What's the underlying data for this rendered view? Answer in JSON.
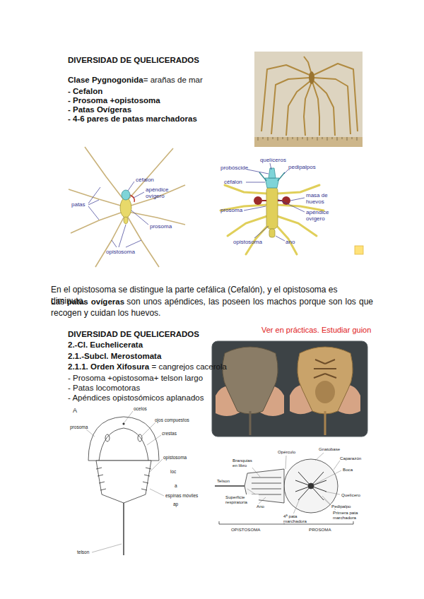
{
  "diagram": {
    "title": "DIVERSIDAD DE QUELICERADOS",
    "labels": [
      "Clase Pygnogonida",
      "= arañas de mar",
      "- Cefalon",
      "- Prosoma +opistosoma",
      "- Patas Ovígeras",
      "- 4-6 pares de patas marchadoras",
      "céfalon",
      "apéndice ovígero",
      "patas",
      "prosoma",
      "opistosoma",
      "quelíceros",
      "probóscide",
      "pedipalpos",
      "céfalon",
      "masa de huevos",
      "apéndice ovígero",
      "prosoma",
      "opistosoma",
      "ano",
      "En el opistosoma se distingue la parte cefálica (Cefalón), y el opistosoma es diminuto.",
      "Las",
      "patas ovígeras",
      "son unos apéndices, las poseen los machos porque son los que recogen y cuidan los huevos.",
      "DIVERSIDAD DE QUELICERADOS",
      "Ver en prácticas. Estudiar guion",
      "2.-Cl. Euchelicerata",
      "2.1.-Subcl. Merostomata",
      "2.1.1. Orden Xifosura",
      "= cangrejos cacerola",
      "- Prosoma +opistosoma+ telson largo",
      "- Patas locomotoras",
      "- Apéndices opistosómicos aplanados",
      "A",
      "ocelos",
      "ojos compuestos",
      "prosoma",
      "crestas",
      "opistosoma",
      "loc",
      "a",
      "espinas móviles",
      "ap",
      "telson",
      "Opérculo",
      "Gnatobase",
      "Caparazón",
      "Branquias en libro",
      "Boca",
      "Telson",
      "Ano",
      "Quelícero",
      "Pedipalpo",
      "Superficie respiratoria",
      "4ª pata marchadora",
      "Primera pata marchadora",
      "OPISTOSOMA",
      "PROSOMA"
    ]
  }
}
